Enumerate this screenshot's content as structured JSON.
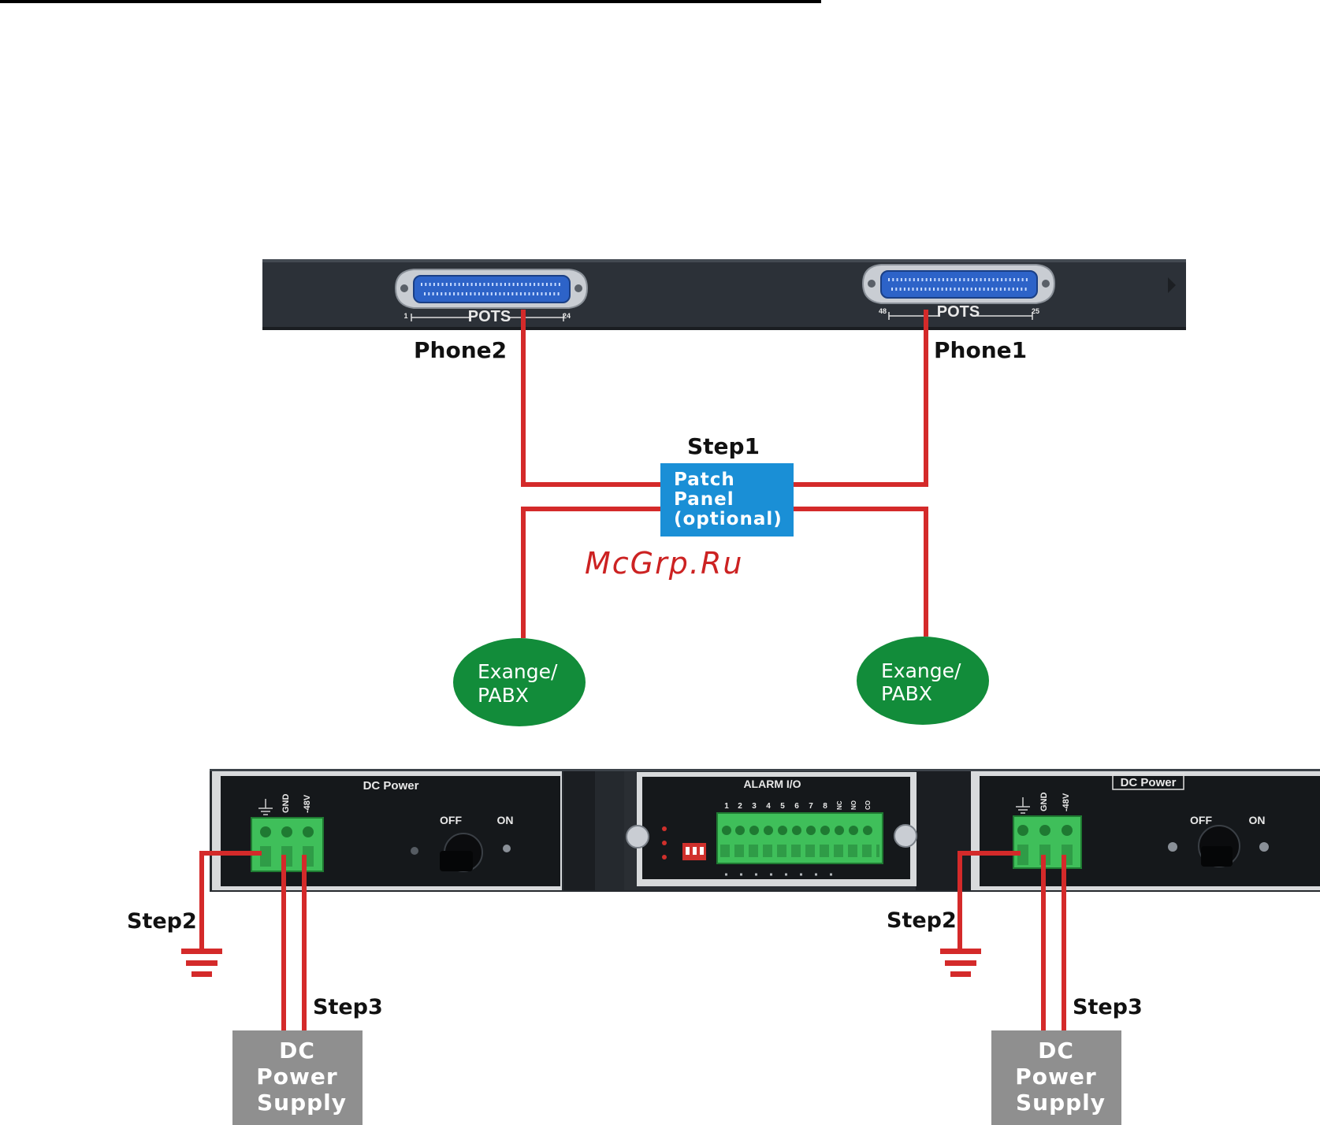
{
  "colors": {
    "wire": "#d42a2a",
    "patch_panel": "#1a8fd6",
    "exchange": "#128c3a",
    "power_supply": "#8f8f8f",
    "chassis": "#2c3138",
    "terminal_block": "#3fbf5a"
  },
  "top_panel": {
    "connector_left_label": "POTS",
    "connector_left_pins": [
      "1",
      "24"
    ],
    "connector_right_label": "POTS",
    "connector_right_pins": [
      "48",
      "25"
    ],
    "phone2": "Phone2",
    "phone1": "Phone1"
  },
  "step1": {
    "title": "Step1",
    "patch_panel_lines": [
      "Patch",
      "Panel",
      "(optional)"
    ]
  },
  "watermark": "McGrp.Ru",
  "exchange_left_lines": [
    "Exange/",
    "PABX"
  ],
  "exchange_right_lines": [
    "Exange/",
    "PABX"
  ],
  "bottom_panel": {
    "left_module_title": "DC Power",
    "right_module_title": "DC Power",
    "alarm_title": "ALARM I/O",
    "terminal_labels": [
      "GND",
      "-48V"
    ],
    "switch_off": "OFF",
    "switch_on": "ON",
    "alarm_pins": [
      "1",
      "2",
      "3",
      "4",
      "5",
      "6",
      "7",
      "8",
      "NC",
      "NO",
      "CO"
    ]
  },
  "left_steps": {
    "step2": "Step2",
    "step3": "Step3",
    "supply_lines": [
      "DC",
      "Power",
      "Supply"
    ]
  },
  "right_steps": {
    "step2": "Step2",
    "step3": "Step3",
    "supply_lines": [
      "DC",
      "Power",
      "Supply"
    ]
  }
}
